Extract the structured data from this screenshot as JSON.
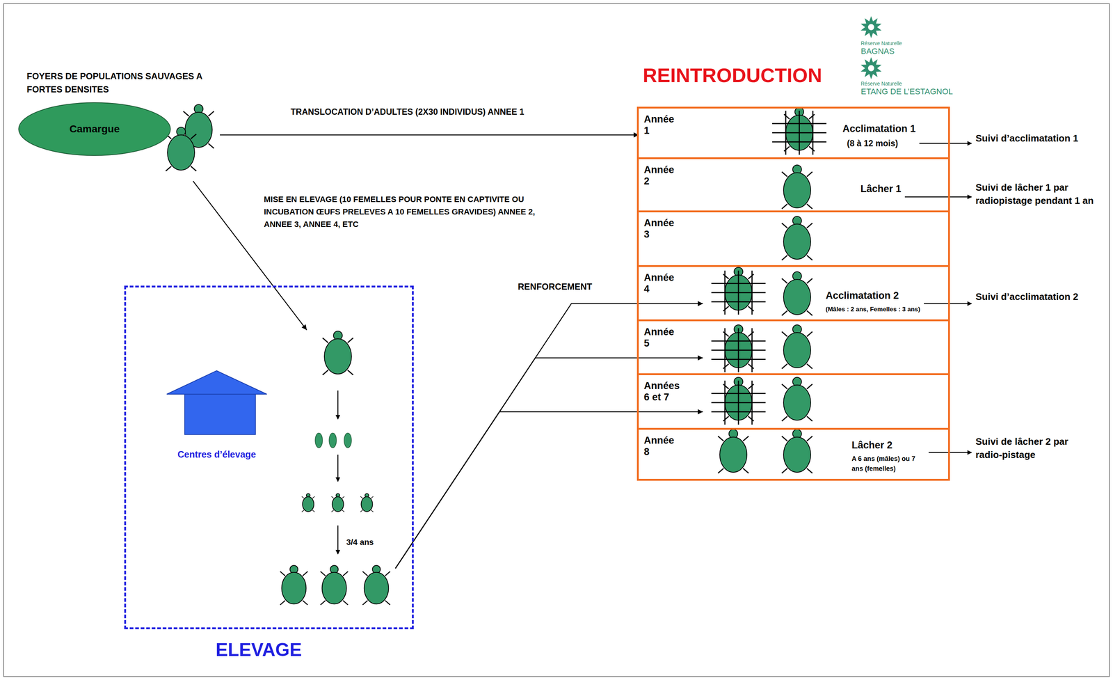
{
  "diagram": {
    "nodes": [
      {
        "text": [
          "Camargue"
        ]
      },
      {
        "text": [
          "ELEVAGE"
        ]
      },
      {
        "text": [
          "Centres d’élevage"
        ],
        "in": 1
      },
      {
        "text": [
          "REINTRODUCTION"
        ]
      },
      {
        "text": [
          "Année 1",
          "Acclimatation 1",
          "(8 à 12 mois)"
        ],
        "in": 3
      },
      {
        "text": [
          "Année 2",
          "Lâcher 1"
        ],
        "in": 3
      },
      {
        "text": [
          "Année 3"
        ],
        "in": 3
      },
      {
        "text": [
          "Année 4",
          "Acclimatation 2",
          "(Mâles : 2 ans, Femelles : 3 ans)"
        ],
        "in": 3
      },
      {
        "text": [
          "Année 5"
        ],
        "in": 3
      },
      {
        "text": [
          "Années 6 et 7"
        ],
        "in": 3
      },
      {
        "text": [
          "Année 8",
          "Lâcher 2",
          "A 6 ans (mâles) ou 7 ans (femelles)"
        ],
        "in": 3
      }
    ],
    "edges": [
      {
        "from": 0,
        "to": 4,
        "arrow": "to",
        "label": "TRANSLOCATION D’ADULTES (2X30 INDIVIDUS) ANNEE 1"
      },
      {
        "from": 0,
        "to": 1,
        "arrow": "to",
        "label": "MISE EN ELEVAGE (10 FEMELLES POUR PONTE EN CAPTIVITE OU INCUBATION ŒUFS PRELEVES A 10 FEMELLES GRAVIDES) ANNEE 2, ANNEE 3, ANNEE 4, ETC"
      },
      {
        "from": 1,
        "to": 7,
        "arrow": "to",
        "label": "RENFORCEMENT"
      },
      {
        "from": 1,
        "to": 8,
        "arrow": "to"
      },
      {
        "from": 1,
        "to": 9,
        "arrow": "to"
      }
    ],
    "labels": [
      "FOYERS DE POPULATIONS SAUVAGES A FORTES DENSITES",
      "3/4 ans",
      "Suivi d’acclimatation 1",
      "Suivi de lâcher 1 par radiopistage pendant 1 an",
      "Suivi d’acclimatation 2",
      "Suivi de lâcher 2 par radio-pistage",
      "Réserve Naturelle",
      "BAGNAS",
      "Réserve Naturelle",
      "ETANG DE L’ESTAGNOL"
    ]
  }
}
